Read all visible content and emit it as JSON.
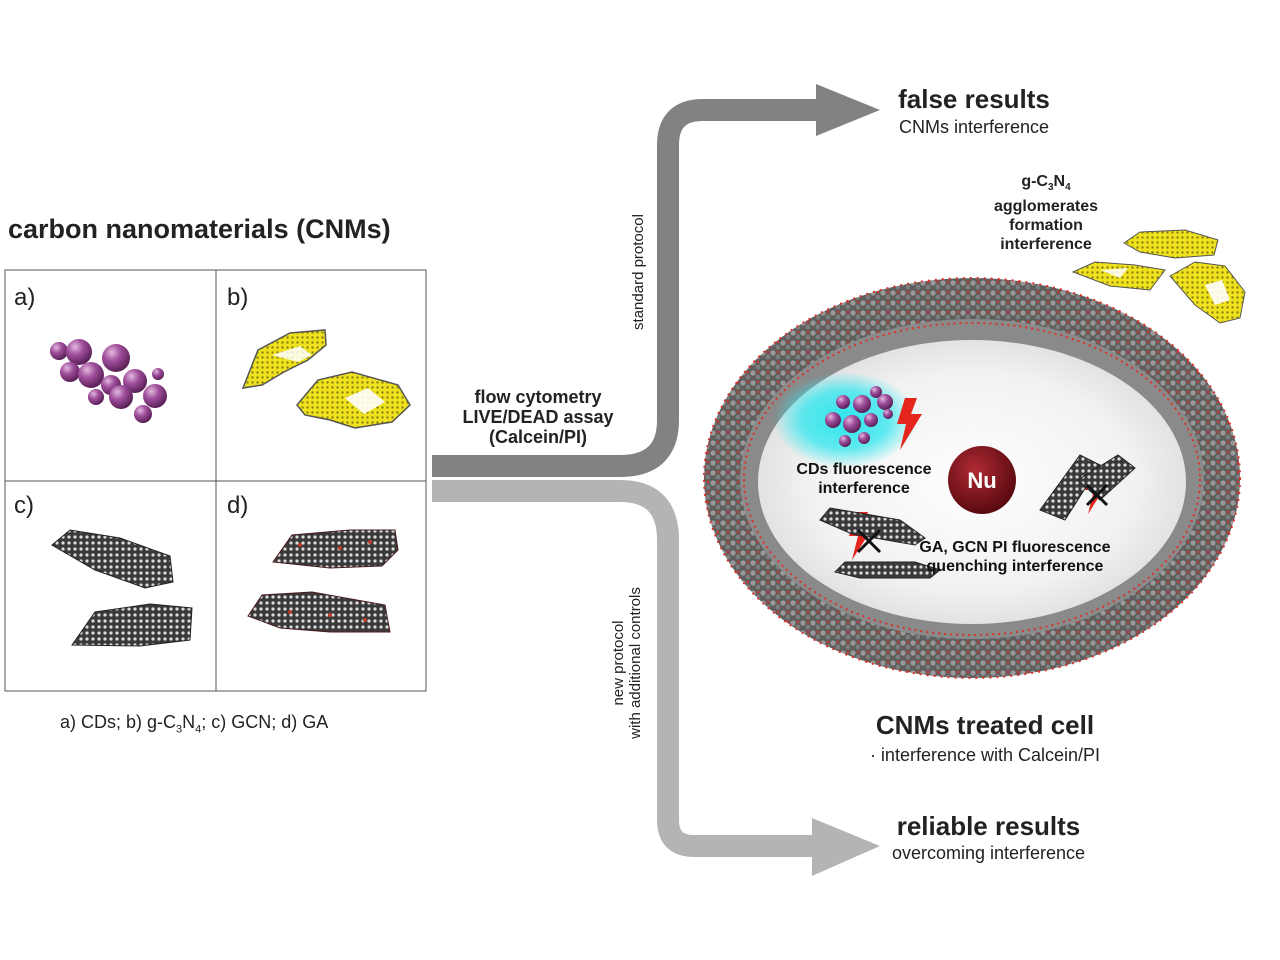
{
  "left": {
    "title": "carbon nanomaterials (CNMs)",
    "panels": [
      {
        "label": "a)"
      },
      {
        "label": "b)"
      },
      {
        "label": "c)"
      },
      {
        "label": "d)"
      }
    ],
    "caption": {
      "p1": "a) CDs; b) g-C",
      "s1": "3",
      "p2": "N",
      "s2": "4",
      "p3": "; c) GCN; d) GA"
    }
  },
  "center": {
    "line1": "flow cytometry",
    "line2": "LIVE/DEAD assay",
    "line3": "(Calcein/PI)",
    "standard_protocol": "standard protocol",
    "new_protocol_1": "new protocol",
    "new_protocol_2": "with additional controls"
  },
  "results": {
    "false_title": "false results",
    "false_sub": "CNMs interference",
    "reliable_title": "reliable results",
    "reliable_sub": "overcoming interference"
  },
  "agglomerates": {
    "p1": "g-C",
    "s1": "3",
    "p2": "N",
    "s2": "4",
    "line2": "agglomerates",
    "line3": "formation",
    "line4": "interference"
  },
  "cell": {
    "nucleus": "Nu",
    "cds_1": "CDs fluorescence",
    "cds_2": "interference",
    "quench_1": "GA, GCN PI fluorescence",
    "quench_2": "quenching interference",
    "title": "CNMs treated cell",
    "subtitle": "· interference with Calcein/PI"
  },
  "colors": {
    "arrow_dark": "#828282",
    "arrow_light": "#b4b4b4",
    "membrane": "#6e6e6e",
    "membrane_dots": "#d9322a",
    "cds": "#a04f9c",
    "gcn_yellow": "#f0e21c",
    "nucleus": "#7a1018",
    "glow": "#2ee6ee",
    "bolt": "#e3251d"
  }
}
